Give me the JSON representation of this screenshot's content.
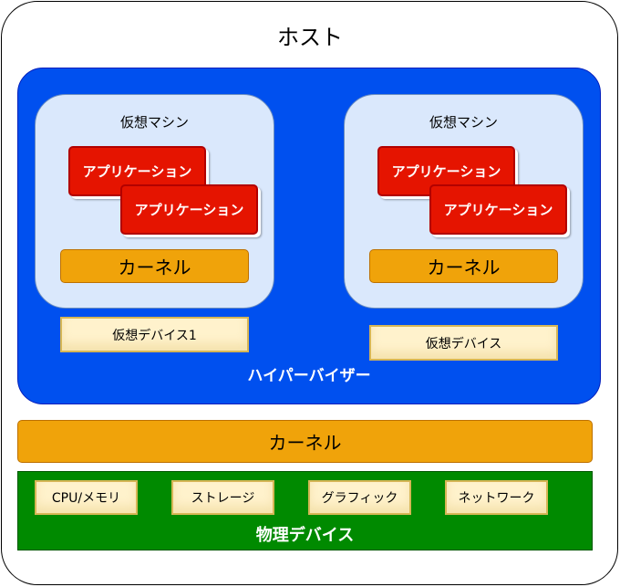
{
  "host": {
    "title": "ホスト"
  },
  "hypervisor": {
    "label": "ハイパーバイザー"
  },
  "vms": [
    {
      "title": "仮想マシン",
      "apps": [
        "アプリケーション",
        "アプリケーション"
      ],
      "kernel": "カーネル",
      "device": "仮想デバイス1"
    },
    {
      "title": "仮想マシン",
      "apps": [
        "アプリケーション",
        "アプリケーション"
      ],
      "kernel": "カーネル",
      "device": "仮想デバイス"
    }
  ],
  "host_kernel": "カーネル",
  "physical": {
    "label": "物理デバイス",
    "items": [
      "CPU/メモリ",
      "ストレージ",
      "グラフィック",
      "ネットワーク"
    ]
  },
  "colors": {
    "hypervisor": "#0050ef",
    "vm": "#dae8fc",
    "app": "#e51400",
    "kernel": "#f0a30a",
    "device": "#fff2cc",
    "physical": "#008a00"
  }
}
